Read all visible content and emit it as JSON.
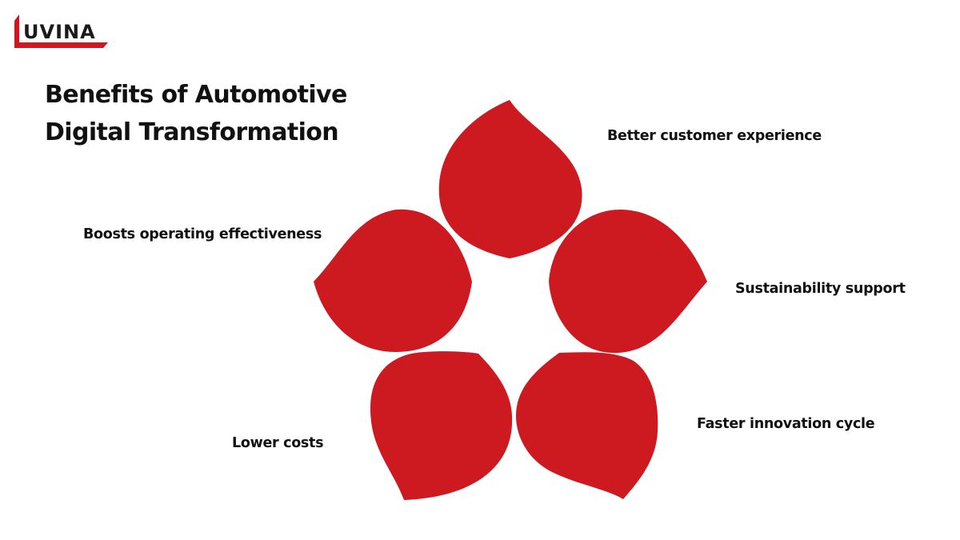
{
  "logo": {
    "text": "UVINA",
    "accent_color": "#D0161E"
  },
  "title": {
    "line1": "Benefits of Automotive",
    "line2": "Digital Transformation"
  },
  "petal_color": "#CC1A20",
  "benefits": [
    {
      "position": "top",
      "label": "Better customer experience"
    },
    {
      "position": "left",
      "label": "Boosts operating effectiveness"
    },
    {
      "position": "right",
      "label": "Sustainability support"
    },
    {
      "position": "bottom-right",
      "label": "Faster innovation cycle"
    },
    {
      "position": "bottom-left",
      "label": "Lower costs"
    }
  ]
}
